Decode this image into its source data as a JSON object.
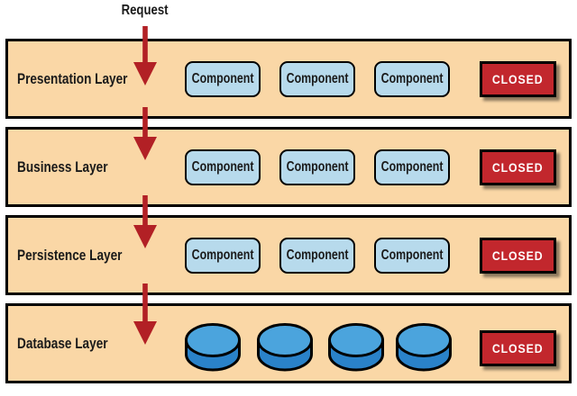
{
  "diagram": {
    "request_label": "Request",
    "database_count": 4,
    "layers": [
      {
        "name": "Presentation Layer",
        "components": [
          "Component",
          "Component",
          "Component"
        ],
        "closed": "CLOSED"
      },
      {
        "name": "Business Layer",
        "components": [
          "Component",
          "Component",
          "Component"
        ],
        "closed": "CLOSED"
      },
      {
        "name": "Persistence Layer",
        "components": [
          "Component",
          "Component",
          "Component"
        ],
        "closed": "CLOSED"
      },
      {
        "name": "Database Layer",
        "closed": "CLOSED"
      }
    ]
  },
  "colors": {
    "background": "#ffffff",
    "band_fill": "#fad7a6",
    "band_border": "#000000",
    "component_fill": "#b7daec",
    "closed_fill": "#c2272d",
    "closed_text": "#ffffff",
    "arrow_red": "#b22025",
    "cylinder_top": "#4ba4dd",
    "cylinder_body": "#2a82c9",
    "text_color": "#1a1a1a"
  }
}
